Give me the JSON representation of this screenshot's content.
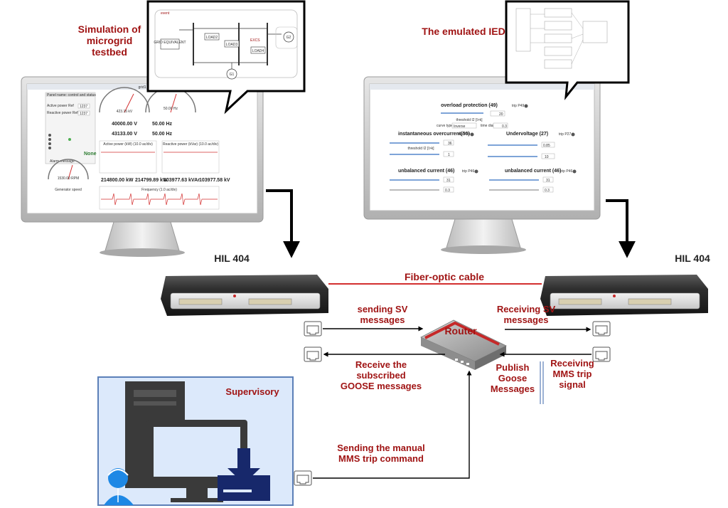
{
  "labels": {
    "sim_title": "Simulation of microgrid testbed",
    "ied_title": "The emulated IED",
    "hil_left": "HIL 404",
    "hil_right": "HIL 404",
    "fiber": "Fiber-optic cable",
    "router": "Router",
    "sending_sv": "sending SV messages",
    "receiving_sv": "Receiving SV messages",
    "receive_goose": "Receive the subscribed GOOSE messages",
    "publish_goose": "Publish Goose Messages",
    "receiving_mms": "Receiving MMS trip signal",
    "sending_mms": "Sending the manual MMS trip command",
    "supervisory": "Supervisory"
  },
  "sim_screen": {
    "window_title": "grid1",
    "panel_title": "Panel name: control and status",
    "active_power_ref": "Active power Ref",
    "reactive_power_ref": "Reactive power Ref",
    "active_val": "1237",
    "reactive_val": "1237",
    "gauge_value": "423.15 kV",
    "voltage_ref": "40000.00 V",
    "voltage_meas": "43133.00 V",
    "freq_gauge": "50.00 Hz",
    "freq_ref": "50.00 Hz",
    "freq_meas": "50.00 Hz",
    "active_power_kw": "214800.00 kW",
    "active_power2": "214799.89 kW",
    "reactive_ref": "103977.63 kVAr",
    "reactive_meas": "103977.58 kV",
    "alarm": "None",
    "speed": "1530.00 RPM",
    "chart_active": "Active power (kW) (10.0 ac/div)",
    "chart_reactive": "Reactive power (kVar) (10.0 ac/div)",
    "chart_freq": "Frequency (1.0 ac/div)",
    "speed_label": "Generator speed",
    "alarm_label": "Alarm message"
  },
  "grid_diagram": {
    "event_label": "event",
    "grid_eq": "GRID EQUIVALENT",
    "load2": "LOAD2",
    "load3": "LOAD3",
    "load4": "LOAD4",
    "g1": "G1",
    "g2": "G2",
    "ied": "EXCS"
  },
  "ied_screen": {
    "overload": "overload protection (49)",
    "instantaneous": "instantaneous overcurrent(50)",
    "undervoltage": "Undervoltage (27)",
    "unbalanced1": "unbalanced current (46)",
    "unbalanced2": "unbalanced current (46)",
    "threshold": "threshold I2 [I>k]",
    "curve_type": "curve type",
    "curve_val": "Inverse",
    "time_dial": "time dial",
    "time_dial_val": "0.3",
    "thr_val": "20",
    "inst_thr": "36",
    "inst_delay": "1",
    "uv_thr": "0.85",
    "uv_delay": "10",
    "ub1_thr": "31",
    "ub1_delay": "0.3",
    "ub2_thr": "31",
    "ub2_delay": "0.3",
    "trip49": "trip P49",
    "trip50": "trip P50",
    "trip27": "trip P27",
    "trip46a": "trip P46",
    "trip46b": "trip P46"
  },
  "colors": {
    "accent_red": "#a01414",
    "fiber_red": "#d32f2f",
    "supervisory_bg": "#dce9fb",
    "supervisory_border": "#5b7fb8",
    "navy": "#17286b"
  }
}
